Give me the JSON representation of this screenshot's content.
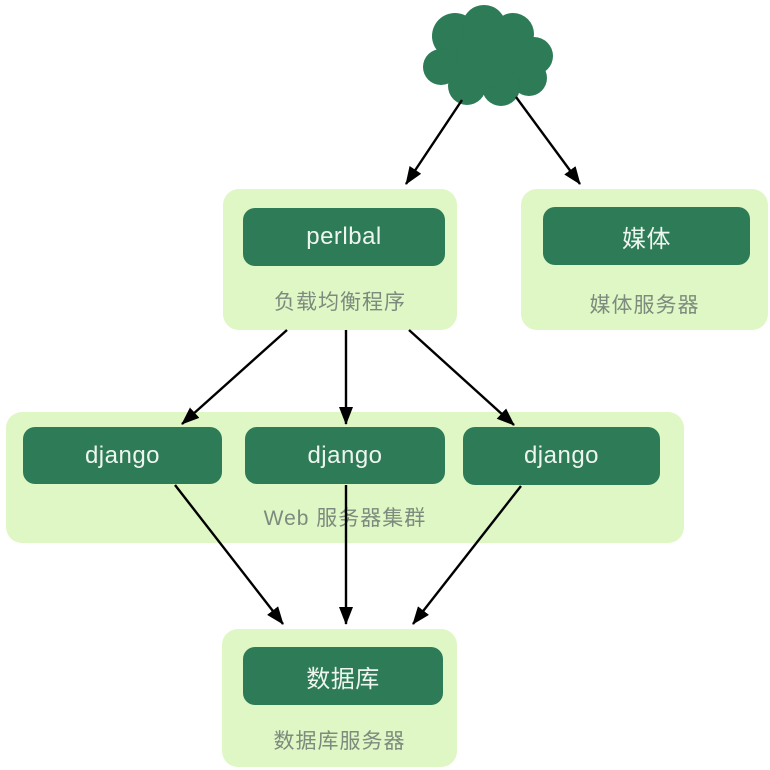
{
  "colors": {
    "background": "#FFFFFF",
    "node_fill": "#2D7B57",
    "group_fill": "#DFF7C5",
    "node_text": "#EEF5EE",
    "caption_text": "#7C8B7D",
    "arrow": "#000000"
  },
  "icons": {
    "cloud_icon": "cloud-shape"
  },
  "groups": {
    "load_balancer": {
      "node": "perlbal",
      "caption": "负载均衡程序"
    },
    "media": {
      "node": "媒体",
      "caption": "媒体服务器"
    },
    "web_cluster": {
      "nodes": [
        "django",
        "django",
        "django"
      ],
      "caption": "Web 服务器集群"
    },
    "database": {
      "node": "数据库",
      "caption": "数据库服务器"
    }
  }
}
